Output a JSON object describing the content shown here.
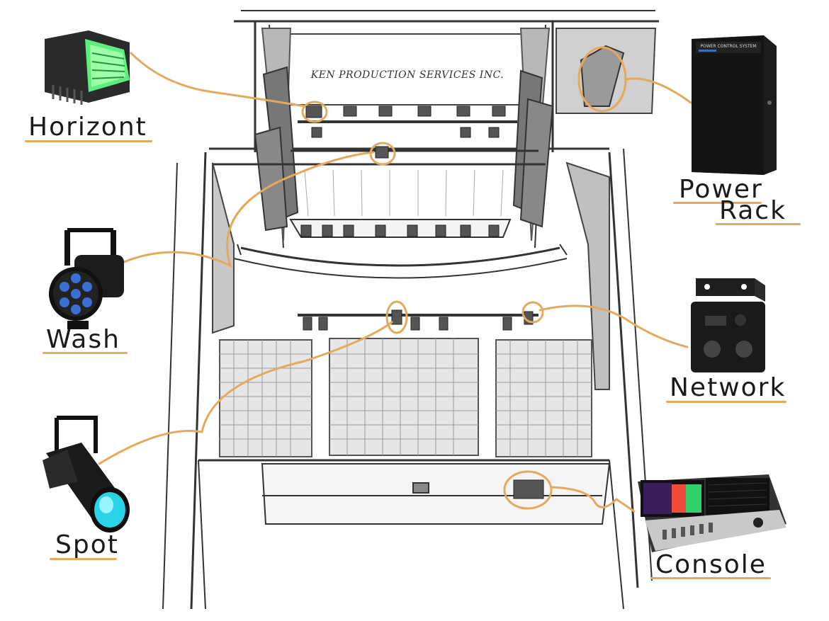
{
  "theater": {
    "banner": "KEN PRODUCTION SERVICES INC."
  },
  "rack": {
    "panel_title": "POWER CONTROL SYSTEM"
  },
  "labels": {
    "horizont": "Horizont",
    "wash": "Wash",
    "spot": "Spot",
    "power_line1": "Power",
    "power_line2": "Rack",
    "network": "Network",
    "console": "Console"
  },
  "colors": {
    "callout": "#e6a85c",
    "sketch_line": "#333333",
    "horizont_glow": "#5cf07a",
    "wash_led": "#3a6fd8",
    "spot_lens": "#2ad4e8",
    "device_body": "#1c1c1c"
  },
  "icons": {
    "horizont": "cyc-light-icon",
    "wash": "led-wash-icon",
    "spot": "ellipsoidal-spot-icon",
    "power": "power-rack-icon",
    "network": "network-node-icon",
    "console": "lighting-console-icon"
  }
}
